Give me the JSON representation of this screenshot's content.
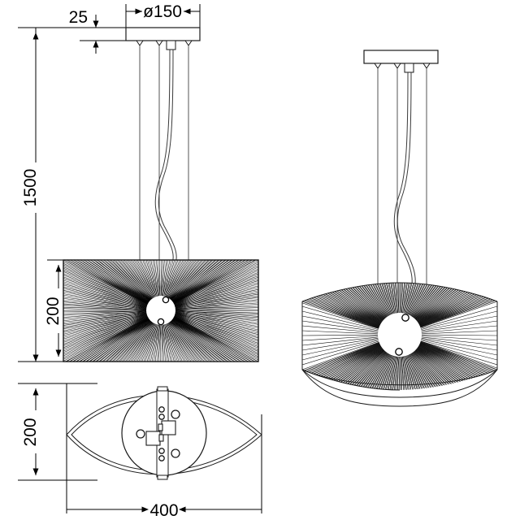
{
  "document": {
    "type": "technical-drawing",
    "subject": "Pendant lamp with lens-shaped string shade",
    "background_color": "#ffffff",
    "line_color": "#1a1a1a",
    "text_color": "#000000",
    "units": "mm"
  },
  "dimensions": {
    "canopy_diameter": {
      "label": "ø150",
      "value": 150,
      "symbol": "ø",
      "orientation": "horizontal",
      "applies_to": "ceiling-canopy"
    },
    "canopy_height": {
      "label": "25",
      "value": 25,
      "orientation": "vertical",
      "applies_to": "ceiling-canopy"
    },
    "total_drop": {
      "label": "1500",
      "value": 1500,
      "orientation": "vertical-rotated",
      "applies_to": "overall-suspension-height"
    },
    "shade_height_front": {
      "label": "200",
      "value": 200,
      "orientation": "vertical-rotated",
      "applies_to": "shade-height"
    },
    "shade_depth_bottom": {
      "label": "200",
      "value": 200,
      "orientation": "vertical-rotated",
      "applies_to": "shade-depth-plan"
    },
    "shade_width_bottom": {
      "label": "400",
      "value": 400,
      "orientation": "horizontal",
      "applies_to": "shade-width-plan"
    }
  },
  "views": {
    "front_elevation": {
      "name": "Front elevation",
      "shade_shape": "rectangle",
      "pattern": "radial-starburst",
      "ray_count": 176,
      "hub": {
        "radius": 17,
        "ring_count": 2
      }
    },
    "bottom_plan": {
      "name": "Bottom plan view",
      "shade_shape": "lens / pointed-oval",
      "plate_shape": "circle",
      "socket_count": 2,
      "mounting_bar": "vertical-strip",
      "small_ring_count": 3,
      "dot_pairs": 2
    },
    "perspective": {
      "name": "3D perspective view",
      "shade_shape": "barrel with curved top and bottom",
      "pattern": "radial-starburst",
      "ray_count": 172,
      "hub": {
        "radius": 26,
        "ring_count": 2
      }
    }
  },
  "suspension": {
    "wire_count": 3,
    "cable_count": 1,
    "cable_path": "s-curve",
    "canopy": {
      "shape": "rectangle",
      "style": "flat-plate"
    }
  }
}
